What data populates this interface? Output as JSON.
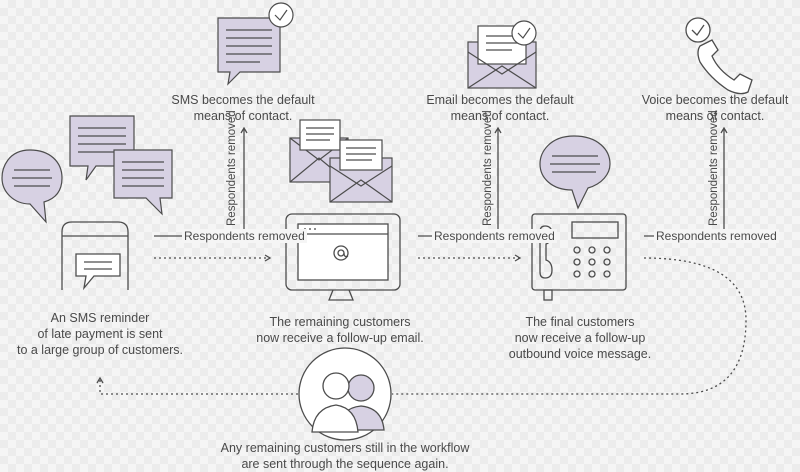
{
  "colors": {
    "stroke": "#4d4d4d",
    "fill_purple": "#d7d1e3",
    "fill_white": "#ffffff"
  },
  "steps": [
    {
      "caption_lines": [
        "An SMS reminder",
        "of late payment is sent",
        "to a large group of customers."
      ],
      "icon": "phone-sms-icon"
    },
    {
      "caption_lines": [
        "The remaining customers",
        "now receive a follow-up email."
      ],
      "icon": "computer-email-icon"
    },
    {
      "caption_lines": [
        "The final customers",
        "now receive a follow-up",
        "outbound voice message."
      ],
      "icon": "desk-phone-icon"
    }
  ],
  "defaults": [
    {
      "lines": [
        "SMS becomes the default",
        "means of contact."
      ],
      "icon": "sms-check-icon"
    },
    {
      "lines": [
        "Email becomes the default",
        "means of contact."
      ],
      "icon": "envelope-check-icon"
    },
    {
      "lines": [
        "Voice becomes the default",
        "means of contact."
      ],
      "icon": "handset-check-icon"
    }
  ],
  "respondents_removed": "Respondents removed",
  "loop": {
    "lines": [
      "Any remaining customers still in the workflow",
      "are sent through the sequence again."
    ],
    "icon": "customers-icon"
  }
}
